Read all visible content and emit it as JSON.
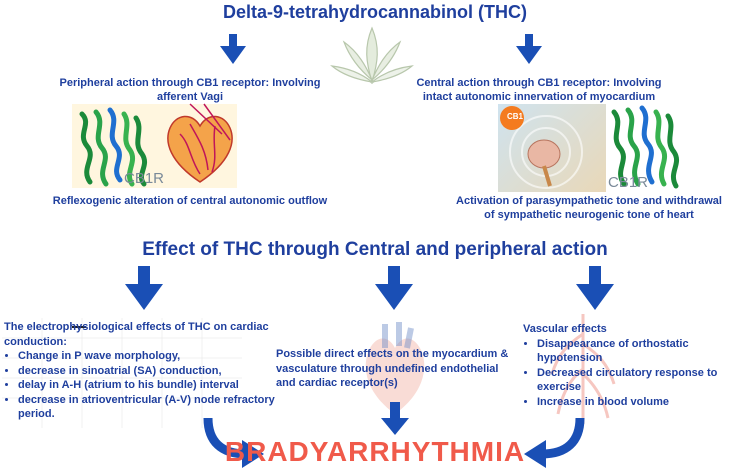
{
  "title": "Delta-9-tetrahydrocannabinol (THC)",
  "left_top": {
    "heading": "Peripheral action through CB1 receptor: Involving afferent Vagi",
    "receptor_label": "CB1R",
    "caption": "Reflexogenic alteration of central autonomic outflow"
  },
  "right_top": {
    "heading": "Central action through CB1 receptor: Involving intact autonomic innervation of myocardium",
    "receptor_label": "CB1R",
    "brain_label": "CB1",
    "caption": "Activation of parasympathetic tone and withdrawal of sympathetic neurogenic tone of heart"
  },
  "effect_heading": "Effect of THC through Central and peripheral action",
  "electrophysiology": {
    "heading": "The electrophysiological effects of THC on cardiac conduction:",
    "items": [
      "Change in P wave morphology,",
      "decrease in sinoatrial (SA) conduction,",
      "delay in A-H (atrium to his bundle) interval",
      "decrease in atrioventricular (A-V) node refractory period."
    ]
  },
  "direct_effects": {
    "text": "Possible direct effects on the myocardium & vasculature  through   undefined endothelial and cardiac receptor(s)"
  },
  "vascular": {
    "heading": "Vascular effects",
    "items": [
      "Disappearance of orthostatic hypotension",
      "Decreased circulatory response to exercise",
      "Increase in blood volume"
    ]
  },
  "outcome": "BRADYARRHYTHMIA",
  "colors": {
    "text_blue": "#1f3f9e",
    "arrow_blue": "#1a4fb5",
    "outcome_red": "#f05a4a"
  }
}
